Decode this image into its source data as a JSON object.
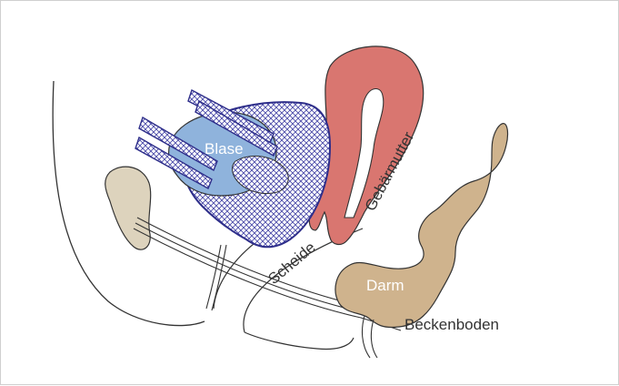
{
  "labels": {
    "blase": "Blase",
    "gebaermutter": "Gebärmutter",
    "scheide": "Scheide",
    "darm": "Darm",
    "beckenboden": "Beckenboden"
  },
  "colors": {
    "bladder": "#8fb3dc",
    "bladder_mesh": "#4a4aa8",
    "uterus": "#d97670",
    "bowel": "#cfb38d",
    "bone": "#ddd3bd",
    "outline": "#333333"
  }
}
